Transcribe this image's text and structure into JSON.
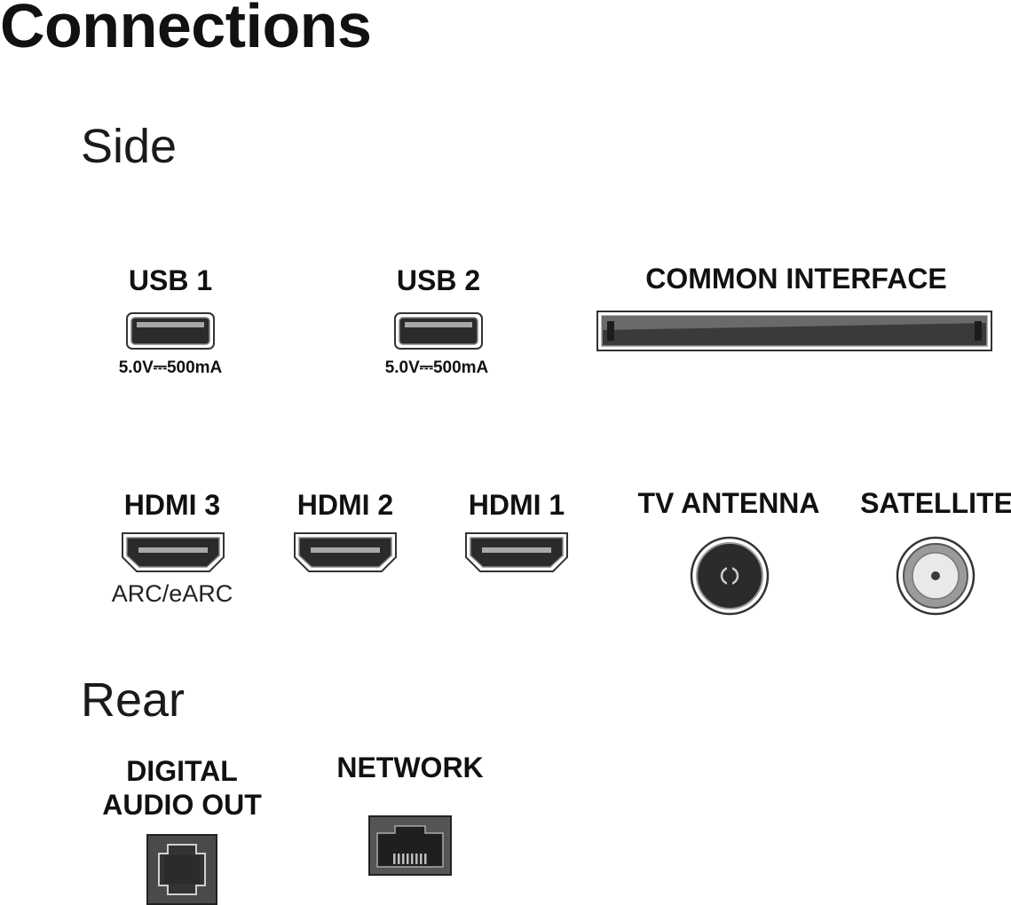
{
  "title": "Connections",
  "sections": {
    "side": "Side",
    "rear": "Rear"
  },
  "ports": {
    "usb1": {
      "label": "USB 1",
      "spec": "5.0V⎓500mA",
      "icon": "usb-port-icon"
    },
    "usb2": {
      "label": "USB 2",
      "spec": "5.0V⎓500mA",
      "icon": "usb-port-icon"
    },
    "ci": {
      "label": "COMMON INTERFACE",
      "icon": "ci-slot-icon"
    },
    "hdmi3": {
      "label": "HDMI 3",
      "sub": "ARC/eARC",
      "icon": "hdmi-port-icon"
    },
    "hdmi2": {
      "label": "HDMI 2",
      "icon": "hdmi-port-icon"
    },
    "hdmi1": {
      "label": "HDMI 1",
      "icon": "hdmi-port-icon"
    },
    "antenna": {
      "label": "TV ANTENNA",
      "icon": "antenna-port-icon"
    },
    "satellite": {
      "label": "SATELLITE",
      "icon": "satellite-port-icon"
    },
    "digital_audio": {
      "label_line1": "DIGITAL",
      "label_line2": "AUDIO OUT",
      "icon": "optical-audio-port-icon"
    },
    "network": {
      "label": "NETWORK",
      "icon": "ethernet-port-icon"
    }
  },
  "colors": {
    "port_fill": "#2b2b2b",
    "port_rim": "#9a9a9a",
    "text": "#111111"
  }
}
